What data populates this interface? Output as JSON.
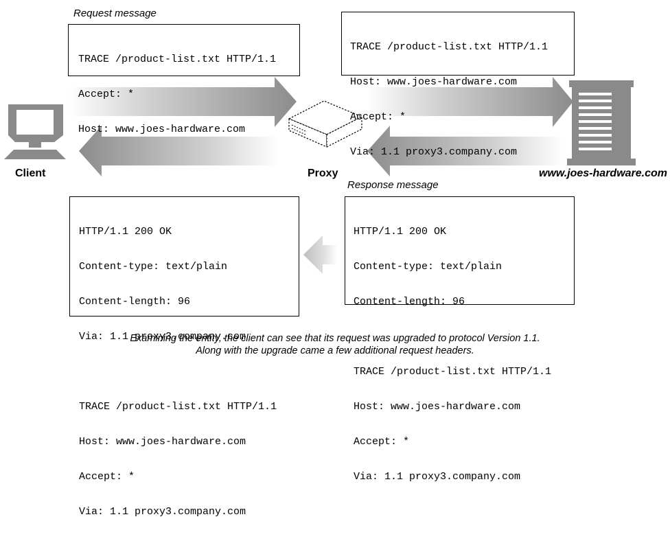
{
  "request_message": {
    "label": "Request message",
    "lines": [
      "TRACE /product-list.txt HTTP/1.1",
      "Accept: *",
      "Host: www.joes-hardware.com"
    ]
  },
  "forwarded_request": {
    "lines": [
      "TRACE /product-list.txt HTTP/1.1",
      "Host: www.joes-hardware.com",
      "Accept: *",
      "Via: 1.1 proxy3.company.com"
    ]
  },
  "response_message": {
    "label": "Response message",
    "header_lines": [
      "HTTP/1.1 200 OK",
      "Content-type: text/plain",
      "Content-length: 96"
    ],
    "body_lines": [
      "TRACE /product-list.txt HTTP/1.1",
      "Host: www.joes-hardware.com",
      "Accept: *",
      "Via: 1.1 proxy3.company.com"
    ]
  },
  "client_response": {
    "header_lines": [
      "HTTP/1.1 200 OK",
      "Content-type: text/plain",
      "Content-length: 96",
      "Via: 1.1 proxy3.company.com"
    ],
    "body_lines": [
      "TRACE /product-list.txt HTTP/1.1",
      "Host: www.joes-hardware.com",
      "Accept: *",
      "Via: 1.1 proxy3.company.com"
    ]
  },
  "nodes": {
    "client": "Client",
    "proxy": "Proxy",
    "server": "www.joes-hardware.com"
  },
  "caption": {
    "line1": "Examining the entity, the client can see that its request was upgraded to protocol Version 1.1.",
    "line2": "Along with the upgrade came a few additional request headers."
  },
  "colors": {
    "arrow": "#8c8c8c",
    "icon": "#8a8a8a",
    "stroke": "#000000"
  }
}
